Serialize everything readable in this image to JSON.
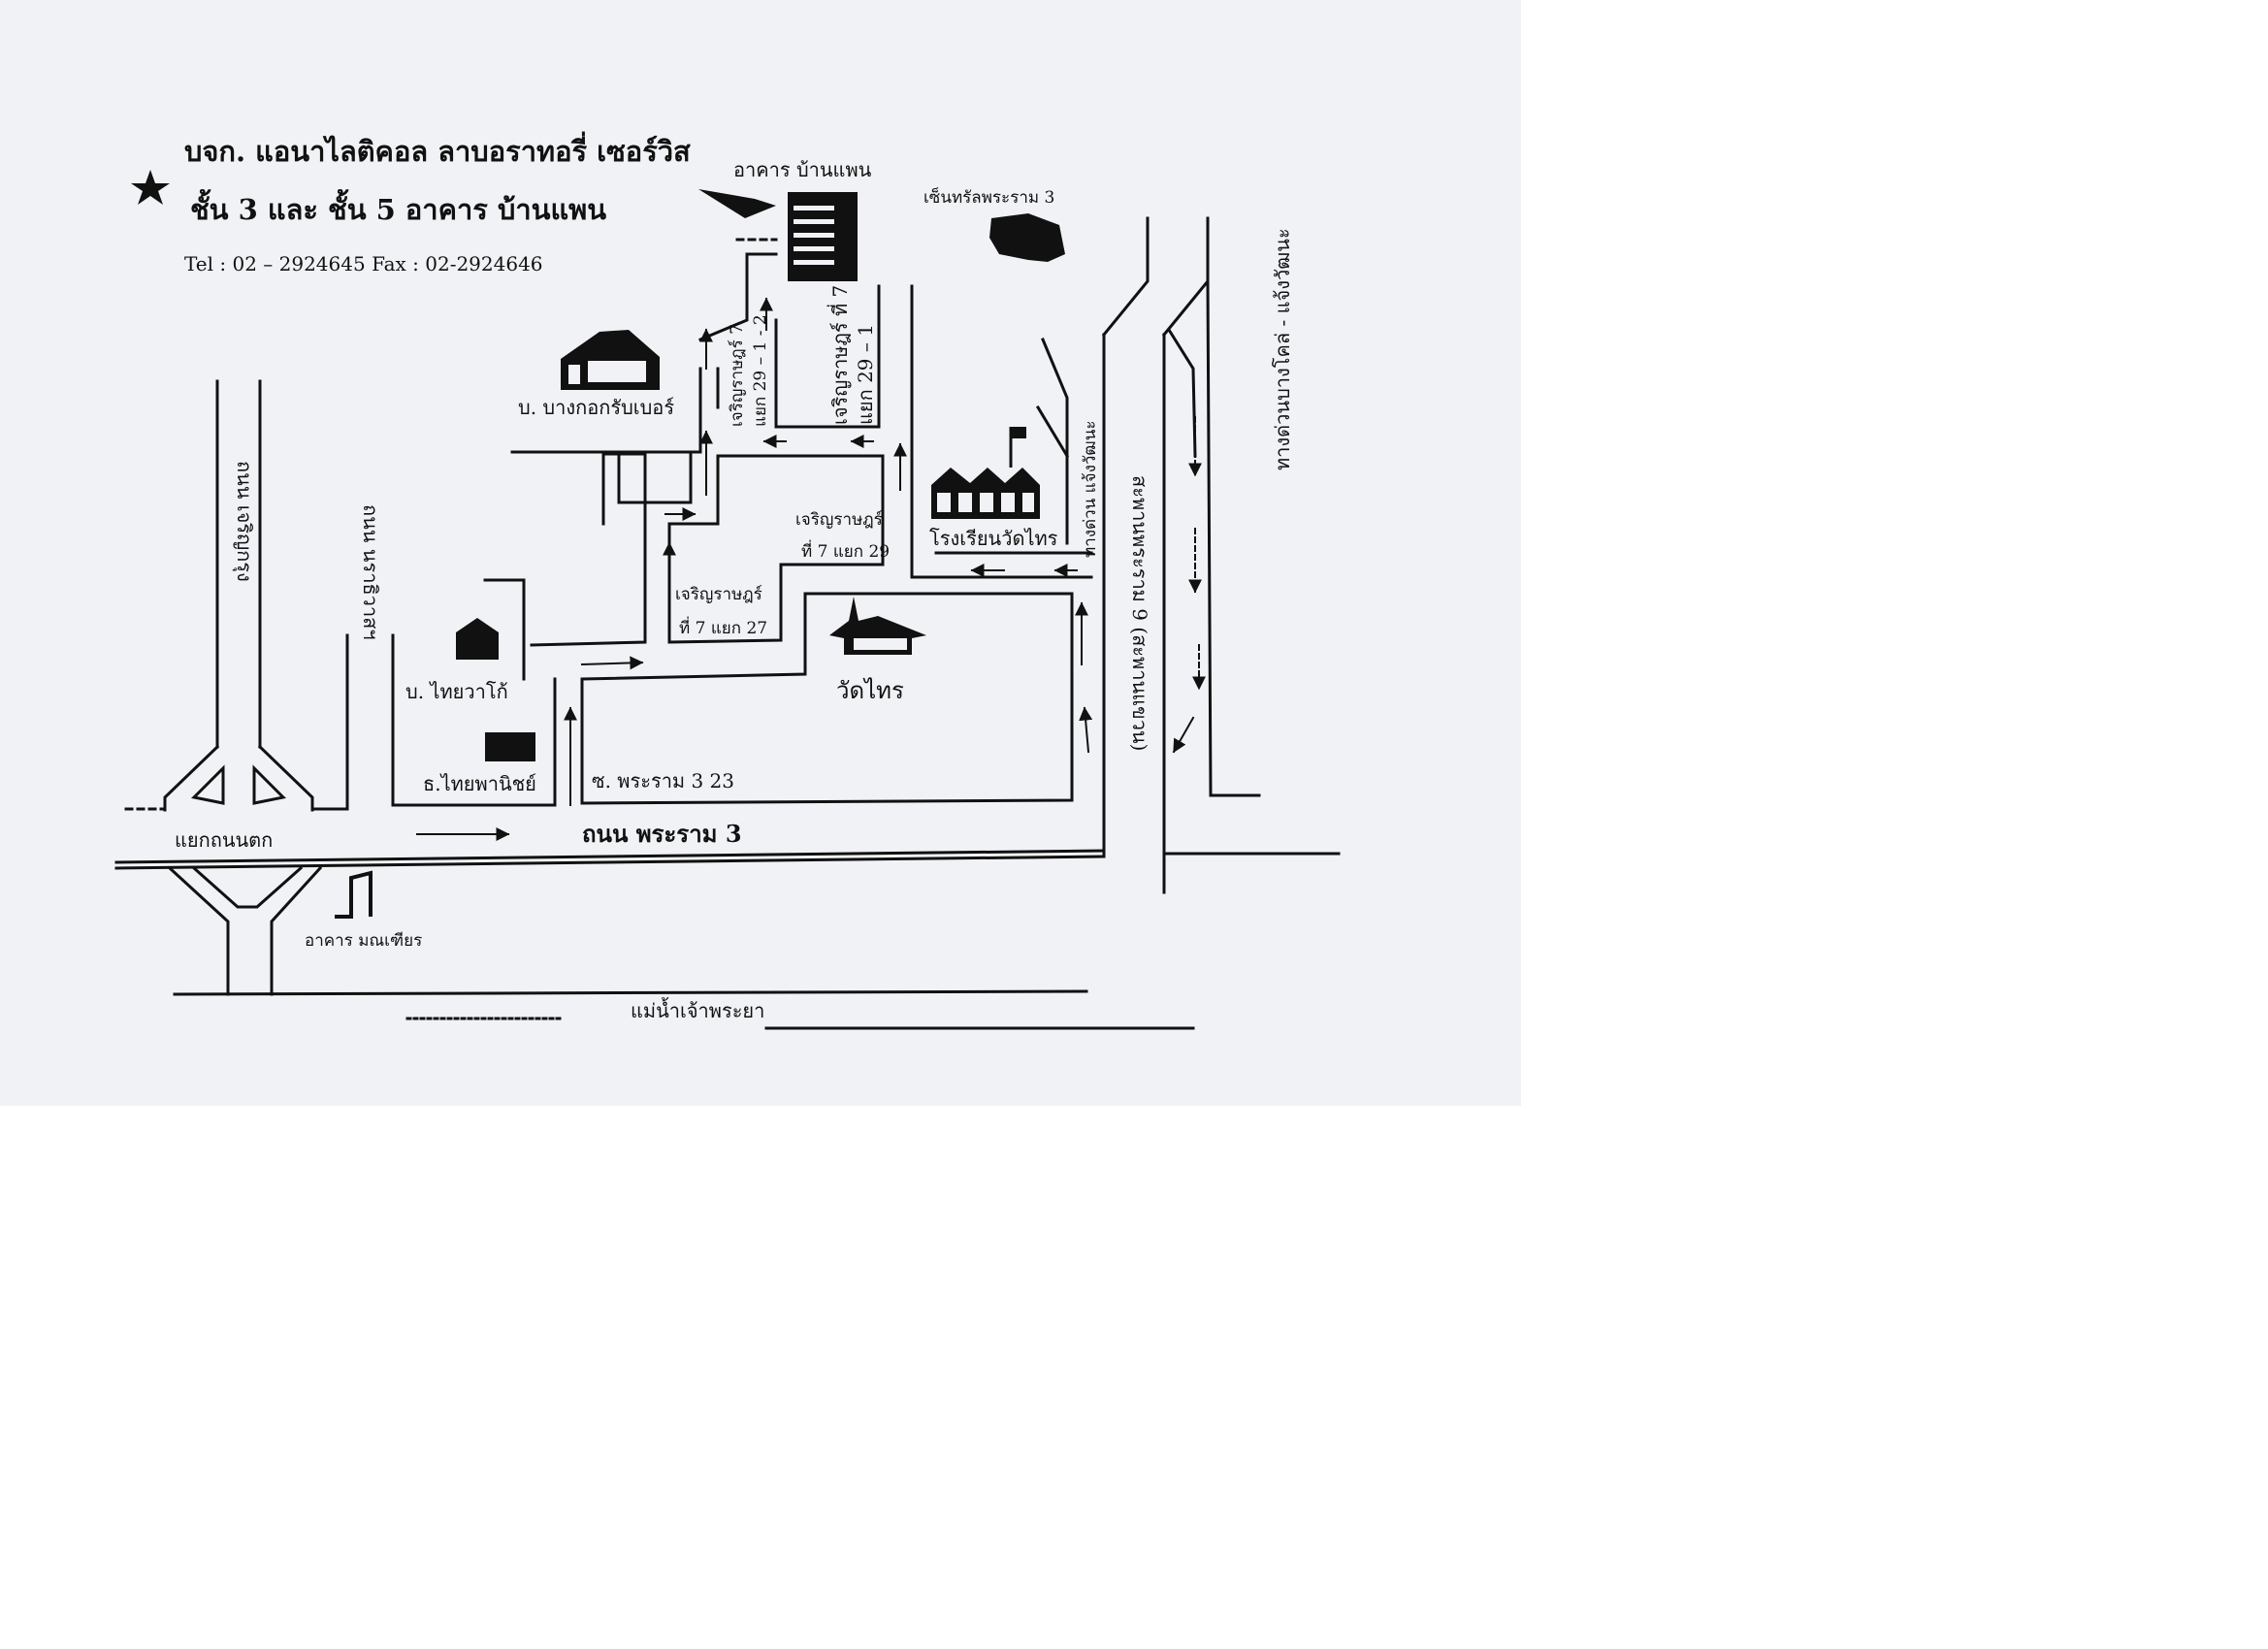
{
  "header": {
    "company": "บจก. แอนาไลติคอล ลาบอราทอรี่ เซอร์วิส",
    "floors": "ชั้น 3 และ ชั้น 5 อาคาร บ้านแพน",
    "contact": "Tel : 02 – 2924645 Fax : 02-2924646",
    "marker_icon": "star-icon"
  },
  "landmarks": {
    "baan_paen": "อาคาร บ้านแพน",
    "central": "เซ็นทรัลพระราม 3",
    "bangkok_rubber": "บ. บางกอกรับเบอร์",
    "thai_wacoal": "บ. ไทยวาโก้",
    "scb": "ธ.ไทยพานิชย์",
    "wat_thai": "วัดไทร",
    "school": "โรงเรียนวัดไทร",
    "monthian": "อาคาร มณเฑียร"
  },
  "roads": {
    "rama3": "ถนน พระราม 3",
    "soi_rama3_23": "ซ. พระราม 3 23",
    "intersection": "แยกถนนตก",
    "river": "แม่น้ำเจ้าพระยา",
    "charoen_krung": "ถนน เจริญกรุง",
    "chan": "ถนน นราธิวาสฯ",
    "bridge": "สะพานพระราม 9 (สะพานแขวน)",
    "expressway_toll": "ทางด่วน แจ้งวัฒนะ",
    "expressway_right": "ทางด่วนบางโคล่ - แจ้งวัฒนะ",
    "soi_7_29_1_2_a": "เจริญราษฎร์ 7",
    "soi_7_29_1_2_b": "แยก 29 – 1 - 2",
    "soi_7_29_1_a": "เจริญราษฎร์ ที่ 7",
    "soi_7_29_1_b": "แยก 29 – 1",
    "soi_7_29_a": "เจริญราษฎร์",
    "soi_7_29_b": "ที่ 7 แยก 29",
    "soi_7_27_a": "เจริญราษฎร์",
    "soi_7_27_b": "ที่ 7 แยก 27"
  }
}
